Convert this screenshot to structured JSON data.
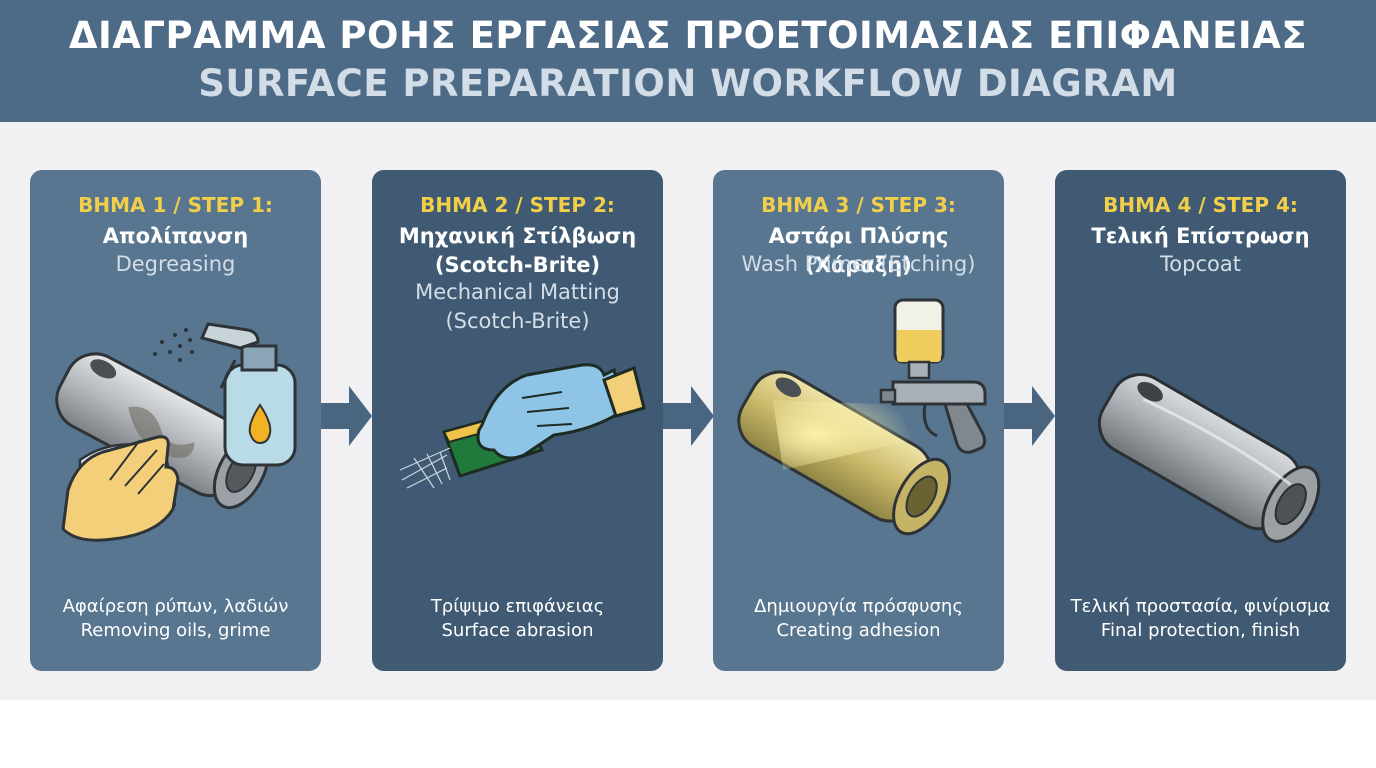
{
  "header": {
    "title_greek": "ΔΙΑΓΡΑΜΜΑ ΡΟΗΣ ΕΡΓΑΣΙΑΣ ΠΡΟΕΤΟΙΜΑΣΙΑΣ ΕΠΙΦΑΝΕΙΑΣ",
    "title_english": "SURFACE PREPARATION WORKFLOW DIAGRAM"
  },
  "steps": [
    {
      "label": "ΒΗΜΑ 1 / STEP 1:",
      "name_greek": "Απολίπανση",
      "name_english": "Degreasing",
      "desc_greek": "Αφαίρεση ρύπων, λαδιών",
      "desc_english": "Removing oils, grime",
      "icon": "degreasing-icon"
    },
    {
      "label": "ΒΗΜΑ 2 / STEP 2:",
      "name_greek": "Μηχανική Στίλβωση\n(Scotch-Brite)",
      "name_english": "Mechanical Matting\n(Scotch-Brite)",
      "desc_greek": "Τρίψιμο επιφάνειας",
      "desc_english": "Surface abrasion",
      "icon": "abrasion-icon"
    },
    {
      "label": "ΒΗΜΑ 3 / STEP 3:",
      "name_greek": "Αστάρι Πλύσης (Χάραξη)",
      "name_english": "Wash Primer (Etching)",
      "desc_greek": "Δημιουργία πρόσφυσης",
      "desc_english": "Creating adhesion",
      "icon": "spray-gun-icon"
    },
    {
      "label": "ΒΗΜΑ 4 / STEP 4:",
      "name_greek": "Τελική Επίστρωση",
      "name_english": "Topcoat",
      "desc_greek": "Τελική προστασία, φινίρισμα",
      "desc_english": "Final protection, finish",
      "icon": "finished-part-icon"
    }
  ],
  "colors": {
    "header_bg": "#4d6a86",
    "card_light": "#58768f",
    "card_dark": "#3f5a72",
    "step_label": "#f2cf4a",
    "arrow": "#4a6580"
  }
}
